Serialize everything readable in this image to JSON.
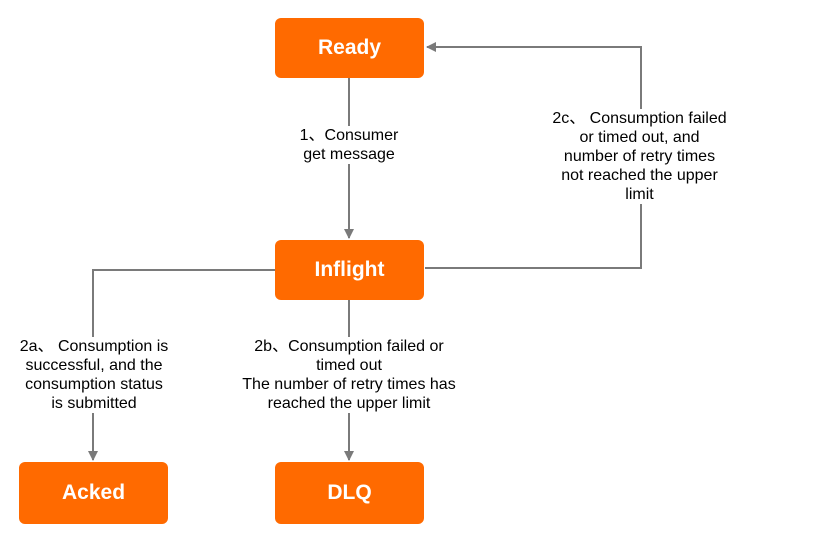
{
  "colors": {
    "node_fill": "#ff6a00",
    "node_text": "#ffffff",
    "edge": "#7a7a7a"
  },
  "nodes": {
    "ready": "Ready",
    "inflight": "Inflight",
    "acked": "Acked",
    "dlq": "DLQ"
  },
  "edges": {
    "consumer_get": [
      "1、Consumer",
      "get message"
    ],
    "retry_ready": [
      "2c、 Consumption failed",
      "or timed out, and",
      "number of retry times",
      "not reached the upper",
      "limit"
    ],
    "success": [
      "2a、 Consumption is",
      "successful, and the",
      "consumption status",
      "is submitted"
    ],
    "to_dlq": [
      "2b、Consumption failed or",
      "timed out",
      "The number of retry times has",
      "reached the upper limit"
    ]
  }
}
